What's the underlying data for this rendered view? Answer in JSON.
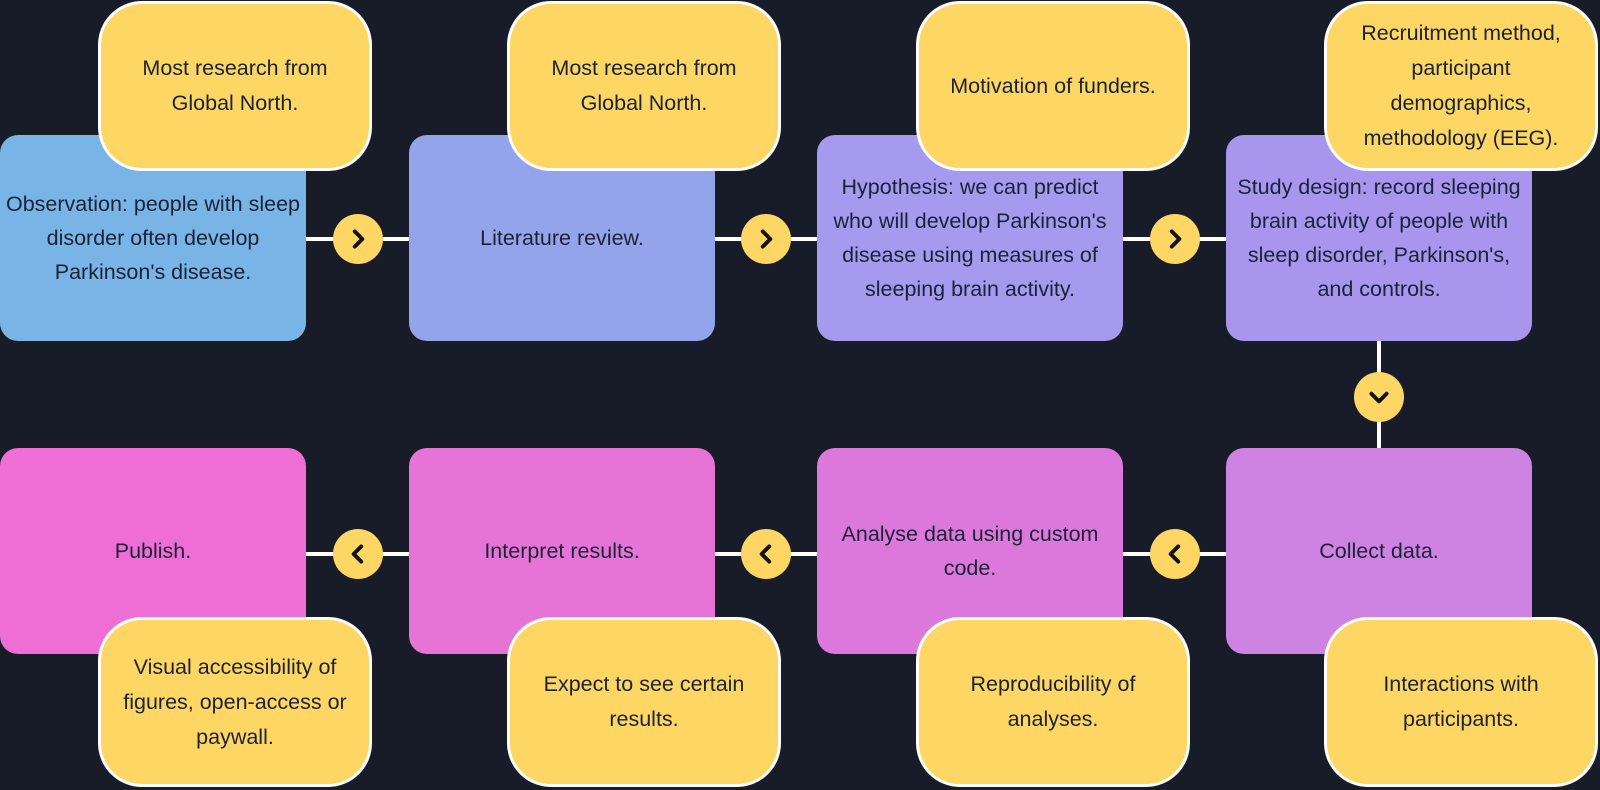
{
  "colors": {
    "background": "#181c29",
    "note": "#fdd663",
    "arrow": "#fdd663",
    "connector": "#ffffff",
    "text": "#1b2236"
  },
  "steps": [
    {
      "label": "Observation: people with sleep disorder often develop Parkinson's disease.",
      "color": "#78b4e6"
    },
    {
      "label": "Literature review.",
      "color": "#94a4ea"
    },
    {
      "label": "Hypothesis: we can predict who will develop Parkinson's disease using measures of sleeping brain activity.",
      "color": "#a59aee"
    },
    {
      "label": "Study design: record sleeping brain activity of people with sleep disorder, Parkinson's, and controls.",
      "color": "#a896ee"
    },
    {
      "label": "Collect data.",
      "color": "#ce82e2"
    },
    {
      "label": "Analyse data using custom code.",
      "color": "#dc78dc"
    },
    {
      "label": "Interpret results.",
      "color": "#e674d6"
    },
    {
      "label": "Publish.",
      "color": "#ee6ed6"
    }
  ],
  "notes": [
    {
      "label": "Most research from Global North."
    },
    {
      "label": "Most research from Global North."
    },
    {
      "label": "Motivation of funders."
    },
    {
      "label": "Recruitment method, participant demographics, methodology (EEG)."
    },
    {
      "label": "Interactions with participants."
    },
    {
      "label": "Reproducibility of analyses."
    },
    {
      "label": "Expect to see certain results."
    },
    {
      "label": "Visual accessibility of figures, open-access or paywall."
    }
  ],
  "arrows": [
    {
      "direction": "right",
      "icon": "chevron-right-icon"
    },
    {
      "direction": "right",
      "icon": "chevron-right-icon"
    },
    {
      "direction": "right",
      "icon": "chevron-right-icon"
    },
    {
      "direction": "down",
      "icon": "chevron-down-icon"
    },
    {
      "direction": "left",
      "icon": "chevron-left-icon"
    },
    {
      "direction": "left",
      "icon": "chevron-left-icon"
    },
    {
      "direction": "left",
      "icon": "chevron-left-icon"
    }
  ]
}
